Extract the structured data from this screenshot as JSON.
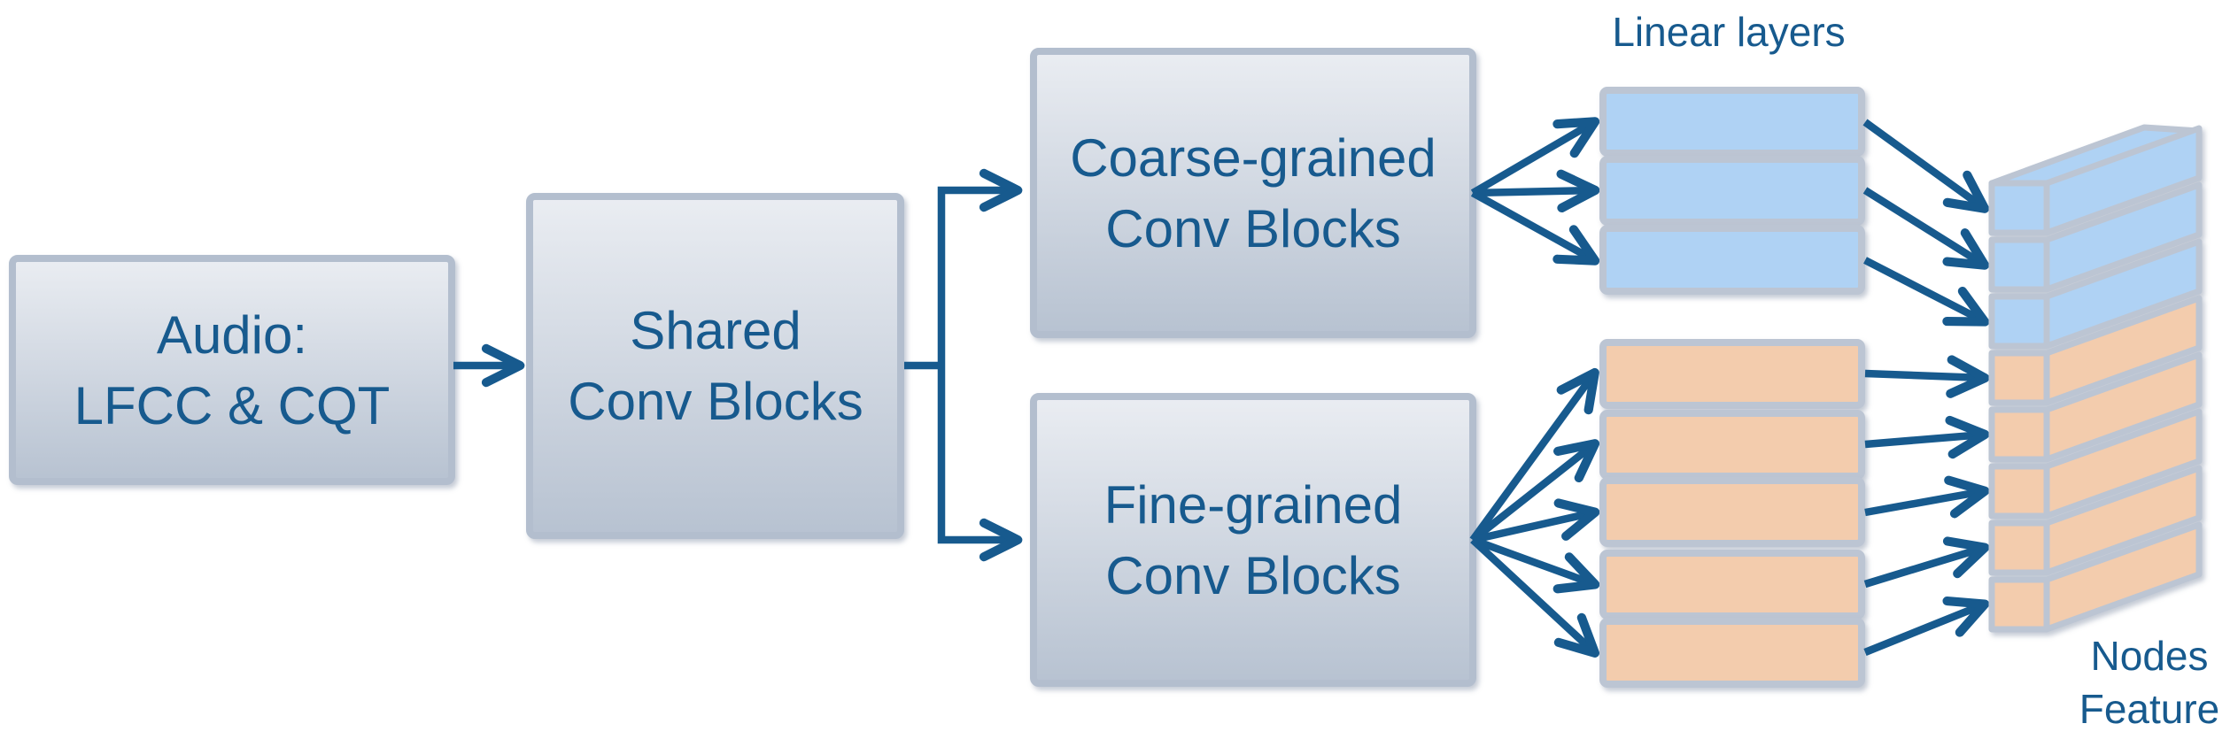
{
  "diagram": {
    "boxes": {
      "audio": {
        "line1": "Audio:",
        "line2": "LFCC & CQT"
      },
      "shared": {
        "line1": "Shared",
        "line2": "Conv Blocks"
      },
      "coarse": {
        "line1": "Coarse-grained",
        "line2": "Conv Blocks"
      },
      "fine": {
        "line1": "Fine-grained",
        "line2": "Conv Blocks"
      }
    },
    "labels": {
      "linear_layers": "Linear layers",
      "nodes_feature_line1": "Nodes",
      "nodes_feature_line2": "Feature"
    },
    "linear_layers": {
      "coarse_bar_count": 3,
      "fine_bar_count": 5
    },
    "nodes_feature_stack": {
      "blue_slab_count": 3,
      "orange_slab_count": 5
    },
    "colors": {
      "arrow": "#175A8E",
      "text": "#175A8E",
      "box_border": "#B3BECE",
      "box_fill_top": "#EAEDF2",
      "box_fill_bottom": "#B7C2D1",
      "bar_border": "#BCC5D3",
      "blue_fill": "#AFD2F4",
      "orange_fill": "#F3CCAD"
    }
  }
}
